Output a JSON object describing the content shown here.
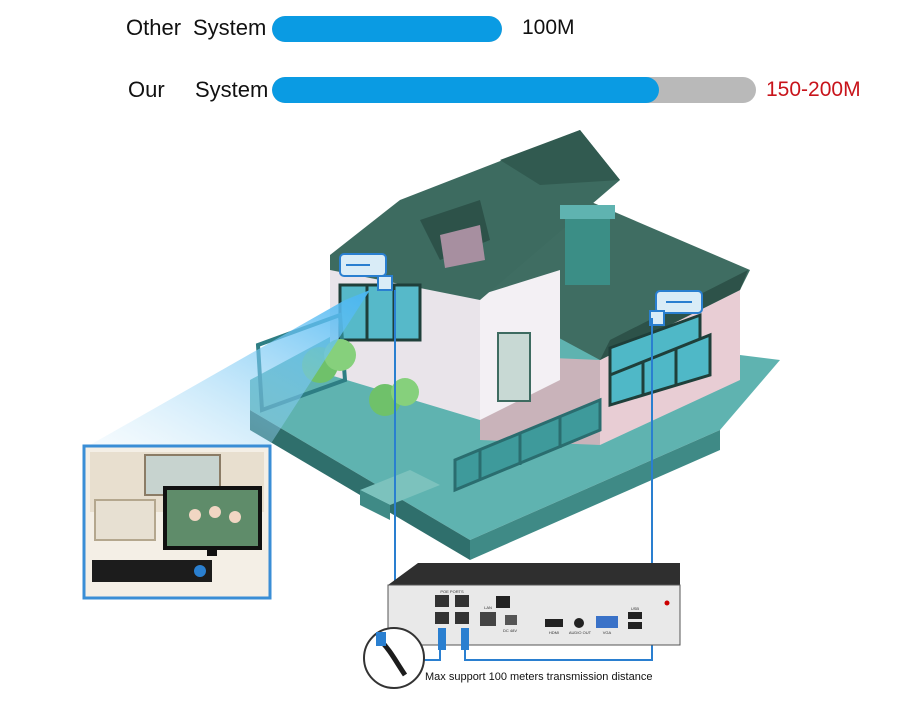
{
  "comparison": {
    "other": {
      "label_word1": "Other",
      "label_word2": "System",
      "value_text": "100M",
      "fill_fraction": 1.0,
      "value_color": "#111111"
    },
    "ours": {
      "label_word1": "Our",
      "label_word2": "System",
      "value_text": "150-200M",
      "fill_fraction": 0.8,
      "value_color": "#c8141b"
    }
  },
  "colors": {
    "bar_fill": "#0a9be3",
    "bar_track": "#b9b9b9",
    "cable": "#2a7fd0"
  },
  "nvr": {
    "port_labels": [
      "POE PORTS",
      "LAN",
      "DC 48V",
      "HDMI",
      "AUDIO OUT",
      "VGA",
      "USB"
    ]
  },
  "icons": [
    "camera-icon",
    "camera-icon",
    "cable-icon",
    "nvr-device",
    "monitor-image"
  ],
  "caption": "Max support 100 meters transmission distance"
}
